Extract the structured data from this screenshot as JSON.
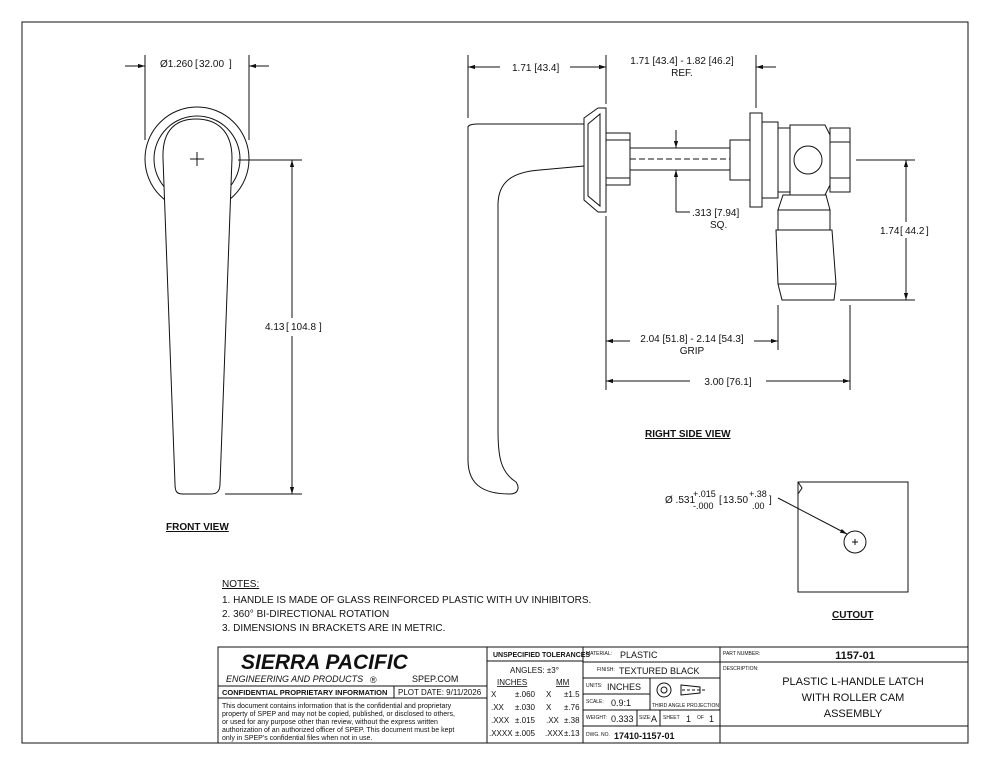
{
  "front": {
    "dia_label": "Ø1.260",
    "dia_metric": "32.00",
    "length_label": "4.13",
    "length_metric": "104.8",
    "view_label": "FRONT VIEW"
  },
  "side": {
    "overall_width": "1.71 [43.4]",
    "ref_line1": "1.71 [43.4] - 1.82 [46.2]",
    "ref_line2": "REF.",
    "square_line1": ".313 [7.94]",
    "square_line2": "SQ.",
    "cam_height_label": "1.74",
    "cam_height_metric": "44.2",
    "grip_line1": "2.04 [51.8] - 2.14 [54.3]",
    "grip_line2": "GRIP",
    "total_length": "3.00 [76.1]",
    "view_label": "RIGHT SIDE VIEW"
  },
  "cutout": {
    "dia": "Ø .531",
    "tol_plus": "+.015",
    "tol_minus": "-.000",
    "metric": "13.50",
    "metric_plus": "+.38",
    "metric_minus": ".00",
    "label": "CUTOUT"
  },
  "notes": {
    "title": "NOTES:",
    "items": [
      "1.   HANDLE IS MADE OF GLASS REINFORCED PLASTIC WITH UV INHIBITORS.",
      "2.   360° BI-DIRECTIONAL ROTATION",
      "3.   DIMENSIONS IN BRACKETS ARE IN METRIC."
    ]
  },
  "title_block": {
    "company": "SIERRA PACIFIC",
    "company_sub": "ENGINEERING AND PRODUCTS",
    "registered": "®",
    "website": "SPEP.COM",
    "confidential_title": "CONFIDENTIAL PROPRIETARY INFORMATION",
    "plot_date": "PLOT DATE: 9/11/2026",
    "confidential_text": [
      "This document contains information that is the confidential and proprietary",
      "property of SPEP and may not be copied, published, or disclosed to others,",
      "or used for any purpose  other than review, without the express written",
      "authorization of an authorized officer of SPEP. This document must be kept",
      "only in SPEP's confidential files when not in use."
    ],
    "tolerance_title": "UNSPECIFIED TOLERANCES",
    "angles": "ANGLES: ±3°",
    "inches_header": "INCHES",
    "mm_header": "MM",
    "tolerance_rows": [
      {
        "in_label": "X",
        "in_val": "±.060",
        "mm_label": "X",
        "mm_val": "±1.5"
      },
      {
        "in_label": ".XX",
        "in_val": "±.030",
        "mm_label": "X",
        "mm_val": "±.76"
      },
      {
        "in_label": ".XXX",
        "in_val": "±.015",
        "mm_label": ".XX",
        "mm_val": "±.38"
      },
      {
        "in_label": ".XXXX",
        "in_val": "±.005",
        "mm_label": ".XXX",
        "mm_val": "±.13"
      }
    ],
    "material_label": "MATERIAL:",
    "material": "PLASTIC",
    "finish_label": "FINISH:",
    "finish": "TEXTURED BLACK",
    "units_label": "UNITS:",
    "units": "INCHES",
    "scale_label": "SCALE:",
    "scale": "0.9:1",
    "projection": "THIRD ANGLE PROJECTION",
    "weight_label": "WEIGHT:",
    "weight": "0.333",
    "size_label": "SIZE:",
    "size": "A",
    "sheet_label": "SHEET",
    "sheet": "1",
    "of_label": "OF",
    "sheet_total": "1",
    "dwg_label": "DWG. NO.",
    "dwg_no": "17410-1157-01",
    "part_number_label": "PART NUMBER:",
    "part_number": "1157-01",
    "description_label": "DESCRIPTION:",
    "description": [
      "PLASTIC L-HANDLE LATCH",
      "WITH ROLLER CAM",
      "ASSEMBLY"
    ]
  }
}
